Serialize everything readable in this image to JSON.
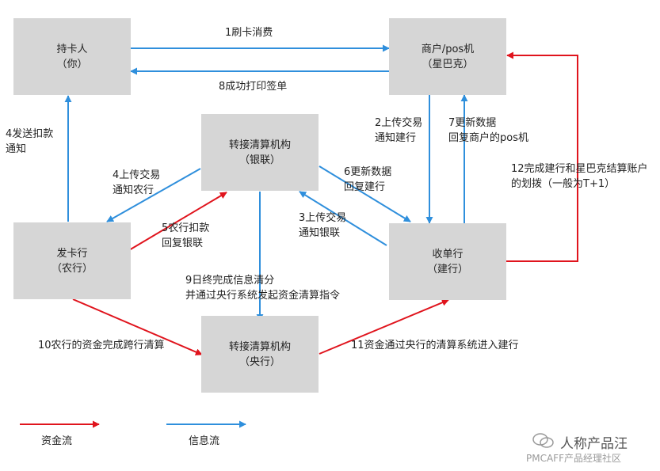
{
  "colors": {
    "fund_flow": "#e0141d",
    "info_flow": "#2f8fdc",
    "box_fill": "#d6d6d6"
  },
  "nodes": {
    "cardholder": {
      "line1": "持卡人",
      "line2": "（你）"
    },
    "merchant": {
      "line1": "商户/pos机",
      "line2": "（星巴克）"
    },
    "unionpay": {
      "line1": "转接清算机构",
      "line2": "（银联）"
    },
    "issuer": {
      "line1": "发卡行",
      "line2": "（农行）"
    },
    "acquirer": {
      "line1": "收单行",
      "line2": "（建行）"
    },
    "central_bank": {
      "line1": "转接清算机构",
      "line2": "（央行）"
    }
  },
  "steps": {
    "s1": {
      "line1": "1刷卡消费"
    },
    "s8": {
      "line1": "8成功打印签单"
    },
    "s4_notify": {
      "line1": "4发送扣款",
      "line2": "通知"
    },
    "s2": {
      "line1": "2上传交易",
      "line2": "通知建行"
    },
    "s7": {
      "line1": "7更新数据",
      "line2": "回复商户的pos机"
    },
    "s12": {
      "line1": "12完成建行和星巴克结算账户",
      "line2": "的划拨（一般为T+1）"
    },
    "s4_upload": {
      "line1": "4上传交易",
      "line2": "通知农行"
    },
    "s6": {
      "line1": "6更新数据",
      "line2": "回复建行"
    },
    "s3": {
      "line1": "3上传交易",
      "line2": "通知银联"
    },
    "s5": {
      "line1": "5农行扣款",
      "line2": "回复银联"
    },
    "s9": {
      "line1": "9日终完成信息清分",
      "line2": "并通过央行系统发起资金清算指令"
    },
    "s10": {
      "line1": "10农行的资金完成跨行清算"
    },
    "s11": {
      "line1": "11资金通过央行的清算系统进入建行"
    }
  },
  "legend": {
    "fund_label": "资金流",
    "info_label": "信息流"
  },
  "watermark": {
    "text1": "人称产品汪",
    "text2": "PMCAFF产品经理社区"
  }
}
